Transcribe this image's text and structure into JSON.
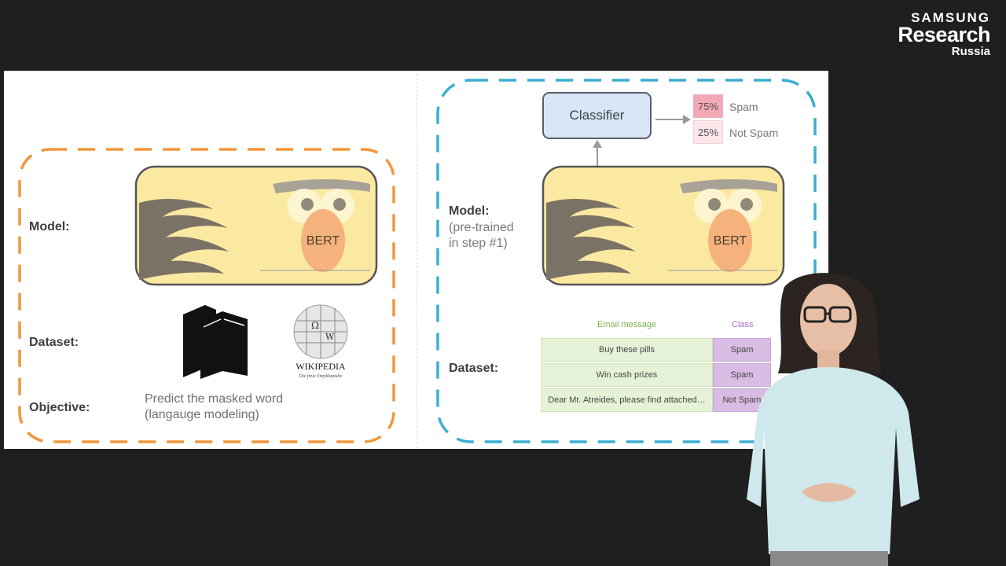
{
  "logo": {
    "brand": "SAMSUNG",
    "name": "Research",
    "region": "Russia"
  },
  "left_panel": {
    "model_label": "Model:",
    "dataset_label": "Dataset:",
    "objective_label": "Objective:",
    "objective_line1": "Predict the masked word",
    "objective_line2": "(langauge modeling)",
    "bert_label": "BERT",
    "wikipedia_label": "WIKIPEDIA",
    "wikipedia_tagline": "Die freie Enzyklopädie",
    "border_color": "#f0973a"
  },
  "right_panel": {
    "model_label": "Model:",
    "model_note_line1": "(pre-trained",
    "model_note_line2": "in step #1)",
    "dataset_label": "Dataset:",
    "bert_label": "BERT",
    "classifier_label": "Classifier",
    "outputs": [
      {
        "value": "75%",
        "label": "Spam"
      },
      {
        "value": "25%",
        "label": "Not Spam"
      }
    ],
    "table": {
      "headers": [
        "Email message",
        "Class"
      ],
      "rows": [
        [
          "Buy these pills",
          "Spam"
        ],
        [
          "Win cash prizes",
          "Spam"
        ],
        [
          "Dear Mr. Atreides, please find attached…",
          "Not Spam"
        ]
      ]
    },
    "border_color": "#3aaed0"
  }
}
